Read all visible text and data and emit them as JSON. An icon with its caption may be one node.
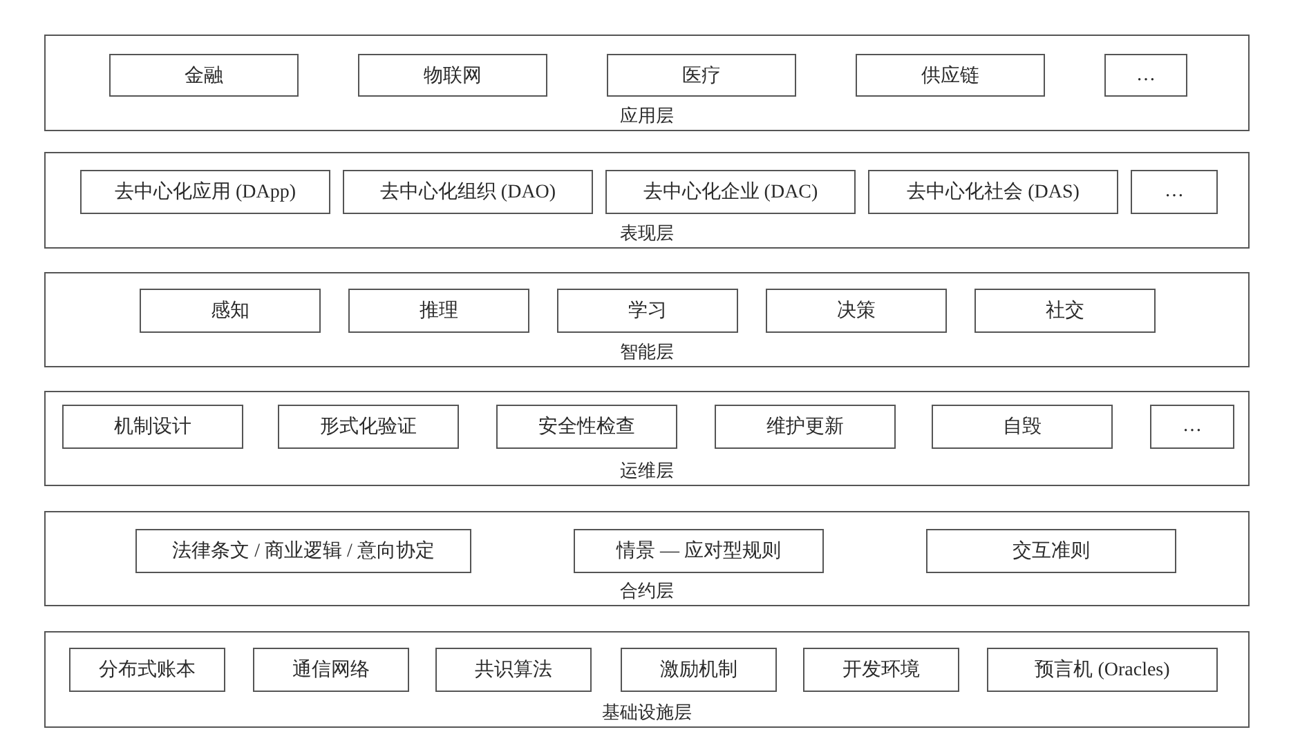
{
  "diagram": {
    "nodes": [
      {
        "text": [
          "应用层"
        ]
      },
      {
        "text": [
          "金融"
        ],
        "in": 0
      },
      {
        "text": [
          "物联网"
        ],
        "in": 0
      },
      {
        "text": [
          "医疗"
        ],
        "in": 0
      },
      {
        "text": [
          "供应链"
        ],
        "in": 0
      },
      {
        "text": [
          "…"
        ],
        "in": 0
      },
      {
        "text": [
          "表现层"
        ]
      },
      {
        "text": [
          "去中心化应用 (DApp)"
        ],
        "in": 6
      },
      {
        "text": [
          "去中心化组织 (DAO)"
        ],
        "in": 6
      },
      {
        "text": [
          "去中心化企业 (DAC)"
        ],
        "in": 6
      },
      {
        "text": [
          "去中心化社会 (DAS)"
        ],
        "in": 6
      },
      {
        "text": [
          "…"
        ],
        "in": 6
      },
      {
        "text": [
          "智能层"
        ]
      },
      {
        "text": [
          "感知"
        ],
        "in": 12
      },
      {
        "text": [
          "推理"
        ],
        "in": 12
      },
      {
        "text": [
          "学习"
        ],
        "in": 12
      },
      {
        "text": [
          "决策"
        ],
        "in": 12
      },
      {
        "text": [
          "社交"
        ],
        "in": 12
      },
      {
        "text": [
          "运维层"
        ]
      },
      {
        "text": [
          "机制设计"
        ],
        "in": 18
      },
      {
        "text": [
          "形式化验证"
        ],
        "in": 18
      },
      {
        "text": [
          "安全性检查"
        ],
        "in": 18
      },
      {
        "text": [
          "维护更新"
        ],
        "in": 18
      },
      {
        "text": [
          "自毁"
        ],
        "in": 18
      },
      {
        "text": [
          "…"
        ],
        "in": 18
      },
      {
        "text": [
          "合约层"
        ]
      },
      {
        "text": [
          "法律条文 / 商业逻辑 / 意向协定"
        ],
        "in": 25
      },
      {
        "text": [
          "情景 — 应对型规则"
        ],
        "in": 25
      },
      {
        "text": [
          "交互准则"
        ],
        "in": 25
      },
      {
        "text": [
          "基础设施层"
        ]
      },
      {
        "text": [
          "分布式账本"
        ],
        "in": 29
      },
      {
        "text": [
          "通信网络"
        ],
        "in": 29
      },
      {
        "text": [
          "共识算法"
        ],
        "in": 29
      },
      {
        "text": [
          "激励机制"
        ],
        "in": 29
      },
      {
        "text": [
          "开发环境"
        ],
        "in": 29
      },
      {
        "text": [
          "预言机 (Oracles)"
        ],
        "in": 29
      }
    ]
  }
}
